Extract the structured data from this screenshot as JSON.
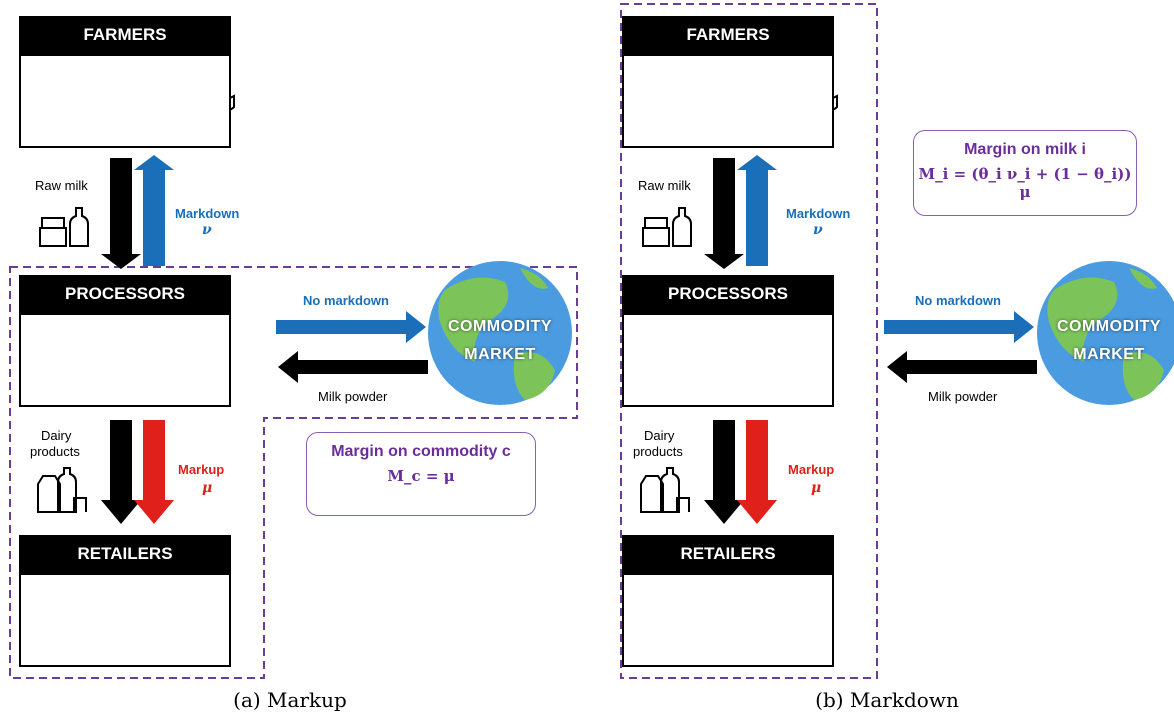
{
  "panel_a": {
    "farmers": "FARMERS",
    "processors": "PROCESSORS",
    "retailers": "RETAILERS",
    "raw_milk": "Raw milk",
    "markdown": "Markdown",
    "nu": "ν",
    "no_markdown": "No markdown",
    "commodity": "COMMODITY",
    "market": "MARKET",
    "milk_powder": "Milk powder",
    "dairy": "Dairy",
    "products": "products",
    "markup": "Markup",
    "mu": "μ",
    "callout_title": "Margin on commodity c",
    "callout_formula": "M_c = μ",
    "caption": "(a) Markup"
  },
  "panel_b": {
    "farmers": "FARMERS",
    "processors": "PROCESSORS",
    "retailers": "RETAILERS",
    "raw_milk": "Raw milk",
    "markdown": "Markdown",
    "nu": "ν",
    "no_markdown": "No markdown",
    "commodity": "COMMODITY",
    "market": "MARKET",
    "milk_powder": "Milk powder",
    "dairy": "Dairy",
    "products": "products",
    "markup": "Markup",
    "mu": "μ",
    "callout_title": "Margin on milk i",
    "callout_formula": "M_i = (θ_i ν_i + (1 − θ_i)) μ",
    "caption": "(b) Markdown"
  },
  "colors": {
    "blue": "#1a6fb8",
    "red": "#e0201b",
    "purple": "#6a2d9a",
    "globe_blue": "#4a9be0",
    "globe_green": "#7cc45a"
  }
}
